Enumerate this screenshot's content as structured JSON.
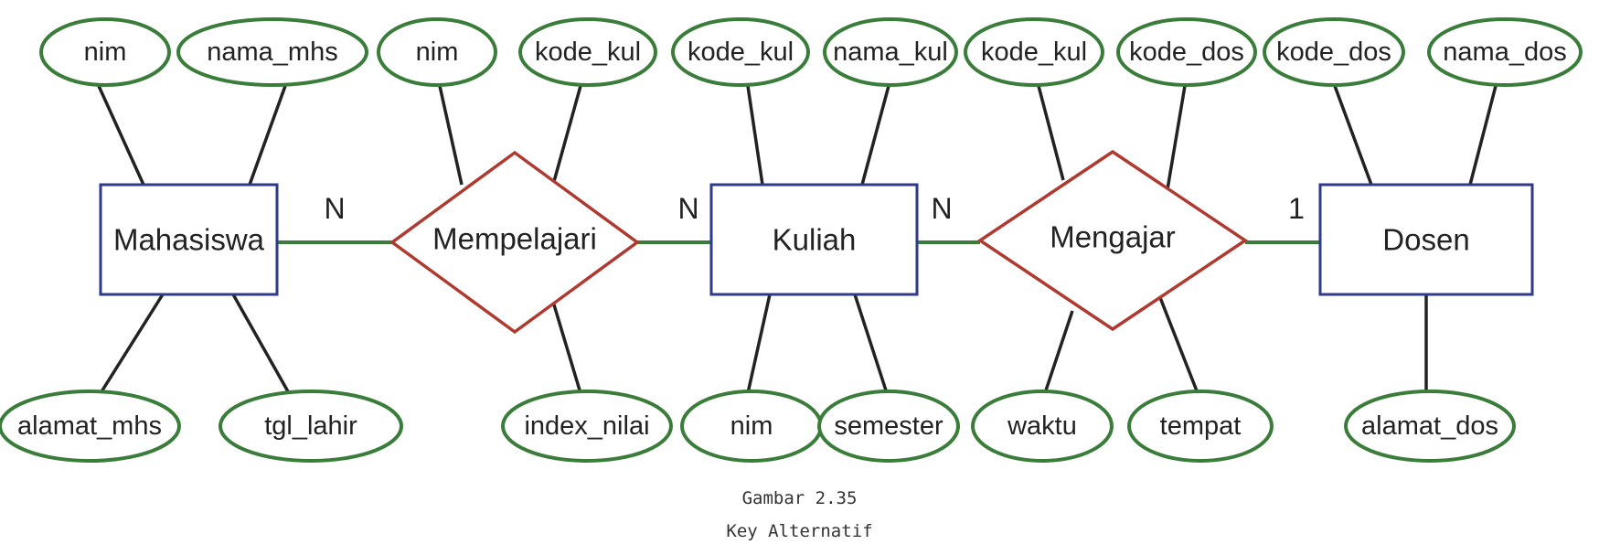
{
  "diagram": {
    "entities": [
      {
        "id": "mahasiswa",
        "label": "Mahasiswa"
      },
      {
        "id": "kuliah",
        "label": "Kuliah"
      },
      {
        "id": "dosen",
        "label": "Dosen"
      }
    ],
    "relationships": [
      {
        "id": "mempelajari",
        "label": "Mempelajari"
      },
      {
        "id": "mengajar",
        "label": "Mengajar"
      }
    ],
    "attributes": [
      {
        "id": "a1",
        "label": "nim",
        "of": "mahasiswa"
      },
      {
        "id": "a2",
        "label": "nama_mhs",
        "of": "mahasiswa"
      },
      {
        "id": "a3",
        "label": "alamat_mhs",
        "of": "mahasiswa"
      },
      {
        "id": "a4",
        "label": "tgl_lahir",
        "of": "mahasiswa"
      },
      {
        "id": "a5",
        "label": "nim",
        "of": "mempelajari"
      },
      {
        "id": "a6",
        "label": "kode_kul",
        "of": "mempelajari"
      },
      {
        "id": "a7",
        "label": "index_nilai",
        "of": "mempelajari"
      },
      {
        "id": "a8",
        "label": "kode_kul",
        "of": "kuliah"
      },
      {
        "id": "a9",
        "label": "nama_kul",
        "of": "kuliah"
      },
      {
        "id": "a10",
        "label": "nim",
        "of": "kuliah"
      },
      {
        "id": "a11",
        "label": "semester",
        "of": "kuliah"
      },
      {
        "id": "a12",
        "label": "kode_kul",
        "of": "mengajar"
      },
      {
        "id": "a13",
        "label": "kode_dos",
        "of": "mengajar"
      },
      {
        "id": "a14",
        "label": "waktu",
        "of": "mengajar"
      },
      {
        "id": "a15",
        "label": "tempat",
        "of": "mengajar"
      },
      {
        "id": "a16",
        "label": "kode_dos",
        "of": "dosen"
      },
      {
        "id": "a17",
        "label": "nama_dos",
        "of": "dosen"
      },
      {
        "id": "a18",
        "label": "alamat_dos",
        "of": "dosen"
      }
    ],
    "cardinalities": [
      {
        "id": "c1",
        "label": "N"
      },
      {
        "id": "c2",
        "label": "N"
      },
      {
        "id": "c3",
        "label": "N"
      },
      {
        "id": "c4",
        "label": "1"
      }
    ],
    "colors": {
      "attribute_border": "#3a7d3a",
      "entity_border": "#2e3a8c",
      "relationship_border": "#b03a30",
      "connector_relationship": "#3a7d3a",
      "connector_attribute": "#222222"
    }
  },
  "caption": {
    "figure": "Gambar 2.35",
    "title": "Key Alternatif"
  }
}
